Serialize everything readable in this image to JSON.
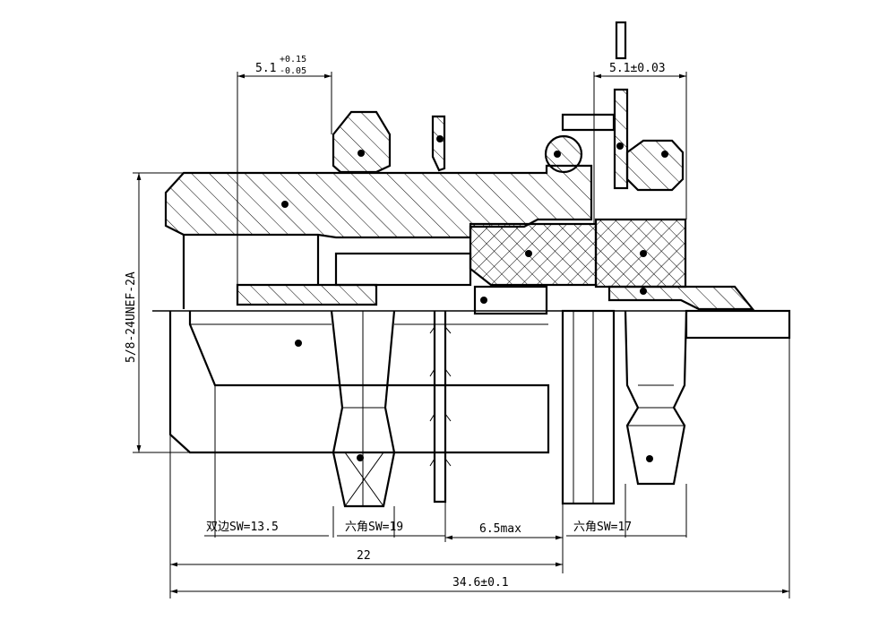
{
  "dimensions": {
    "top_left": {
      "base": "5.1",
      "upper_tol": "+0.15",
      "lower_tol": "-0.05"
    },
    "top_right": "5.1±0.03",
    "thread": "5/8-24UNEF-2A",
    "sw_double": "双边SW=13.5",
    "sw_hex19": "六角SW=19",
    "max_len": "6.5max",
    "sw_hex17": "六角SW=17",
    "len_22": "22",
    "len_total": "34.6±0.1"
  }
}
